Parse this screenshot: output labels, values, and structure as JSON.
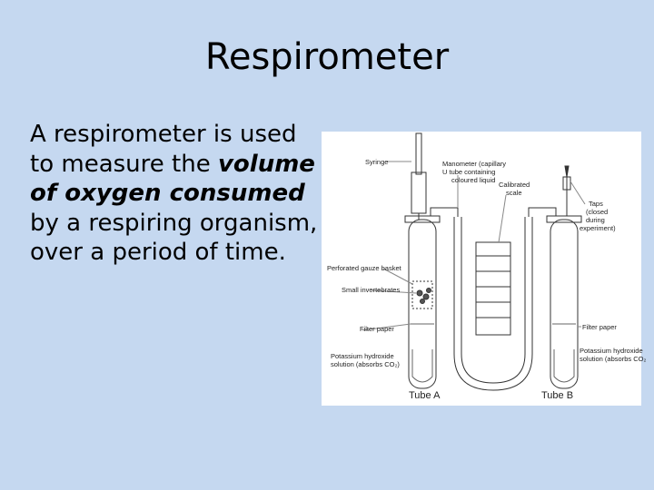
{
  "slide": {
    "title": "Respirometer",
    "body": {
      "part1": "A respirometer is used to measure the ",
      "emphasis1": "volume of oxygen consumed",
      "part2": " by a respiring organism, over a period of time."
    }
  },
  "diagram": {
    "labels": {
      "syringe": "Syringe",
      "manometer_line1": "Manometer (capillary",
      "manometer_line2": "U tube containing",
      "manometer_line3": "coloured liquid",
      "scale_line1": "Calibrated",
      "scale_line2": "scale",
      "taps_line1": "Taps",
      "taps_line2": "(closed",
      "taps_line3": "during",
      "taps_line4": "experiment)",
      "basket": "Perforated gauze basket",
      "invertebrates": "Small invertebrates",
      "filter_left": "Filter paper",
      "filter_right": "Filter paper",
      "koh_left_line1": "Potassium hydroxide",
      "koh_left_line2": "solution (absorbs CO₂)",
      "koh_right_line1": "Potassium hydroxide",
      "koh_right_line2": "solution (absorbs CO₂",
      "tube_a": "Tube A",
      "tube_b": "Tube B"
    }
  }
}
